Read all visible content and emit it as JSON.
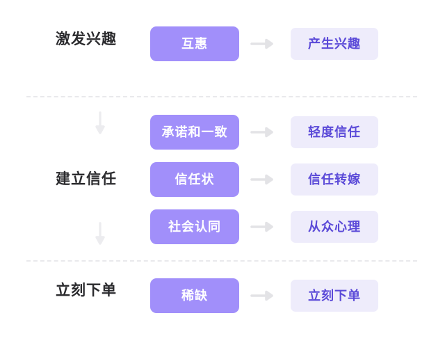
{
  "diagram": {
    "background_color": "#ffffff",
    "accent_color": "#a18ffa",
    "outcome_bg_color": "#eeecfb",
    "outcome_text_color": "#5b4ad8",
    "label_text_color": "#2b2b2e",
    "arrow_color": "#e3e3e6",
    "divider_color": "#e9e9ec",
    "stages": [
      {
        "label": "激发兴趣",
        "rows": [
          {
            "technique": "互惠",
            "outcome": "产生兴趣",
            "arrow": "arrow-right-icon"
          }
        ]
      },
      {
        "label": "建立信任",
        "rows": [
          {
            "technique": "承诺和一致",
            "outcome": "轻度信任",
            "arrow": "arrow-right-icon"
          },
          {
            "technique": "信任状",
            "outcome": "信任转嫁",
            "arrow": "arrow-right-icon"
          },
          {
            "technique": "社会认同",
            "outcome": "从众心理",
            "arrow": "arrow-right-icon"
          }
        ]
      },
      {
        "label": "立刻下单",
        "rows": [
          {
            "technique": "稀缺",
            "outcome": "立刻下单",
            "arrow": "arrow-right-icon"
          }
        ]
      }
    ],
    "flow_arrows": [
      {
        "icon": "arrow-down-icon"
      },
      {
        "icon": "arrow-down-icon"
      }
    ]
  }
}
